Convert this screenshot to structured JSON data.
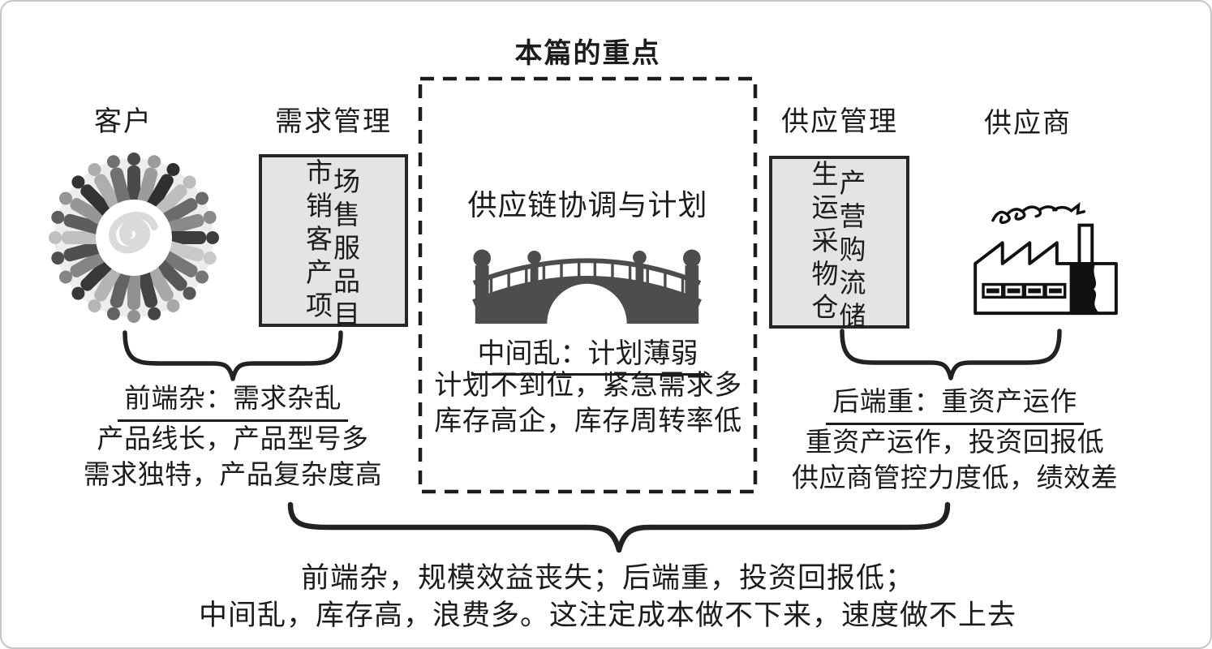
{
  "diagram": {
    "title": "本篇的重点",
    "columns": {
      "customer": {
        "label": "客户",
        "icon": "people-circle-icon"
      },
      "demand_management": {
        "label": "需求管理",
        "items": [
          "市场",
          "销售",
          "客服",
          "产品",
          "项目"
        ]
      },
      "supply_chain_planning": {
        "heading": "供应链协调与计划",
        "icon": "arch-bridge-icon",
        "issue_heading": "中间乱：计划薄弱",
        "issue_lines": [
          "计划不到位，紧急需求多",
          "库存高企，库存周转率低"
        ]
      },
      "supply_management": {
        "label": "供应管理",
        "items": [
          "生产",
          "运营",
          "采购",
          "物流",
          "仓储"
        ]
      },
      "supplier": {
        "label": "供应商",
        "icon": "factory-icon"
      }
    },
    "front_end_issue": {
      "heading": "前端杂：需求杂乱",
      "lines": [
        "产品线长，产品型号多",
        "需求独特，产品复杂度高"
      ]
    },
    "back_end_issue": {
      "heading": "后端重：重资产运作",
      "lines": [
        "重资产运作，投资回报低",
        "供应商管控力度低，绩效差"
      ]
    },
    "summary_lines": [
      "前端杂，规模效益丧失；后端重，投资回报低；",
      "中间乱，库存高，浪费多。这注定成本做不下来，速度做不上去"
    ],
    "colors": {
      "text": "#1c1c1c",
      "box_fill": "#e4e4e4",
      "box_border": "#262626",
      "dashed_border": "#1c1c1c",
      "bridge": "#4d4d4d",
      "frame_border": "#c6c6c6"
    }
  }
}
